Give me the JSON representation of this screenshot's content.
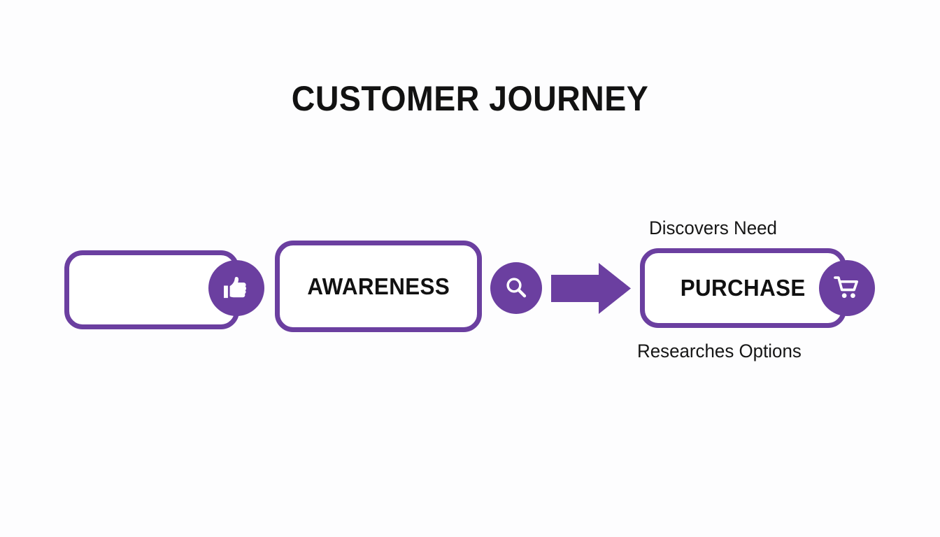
{
  "slide": {
    "title": "CUSTOMER JOURNEY",
    "background_color": "#fdfdfe",
    "accent_color": "#6b3fa0",
    "text_color": "#121212"
  },
  "diagram": {
    "type": "process-flow",
    "stages": [
      {
        "id": "stage-1",
        "label": "",
        "icon": "thumbs-up-icon",
        "icon_color": "#6b3fa0"
      },
      {
        "id": "stage-2",
        "label": "AWARENESS",
        "icon": "search-icon",
        "icon_color": "#6b3fa0"
      },
      {
        "id": "stage-3",
        "label": "PURCHASE",
        "icon": "shopping-cart-icon",
        "icon_color": "#6b3fa0"
      }
    ],
    "connector": {
      "icon": "right-arrow-icon",
      "color": "#6b3fa0"
    },
    "annotations": {
      "top": "Discovers Need",
      "bottom": "Researches Options"
    }
  }
}
